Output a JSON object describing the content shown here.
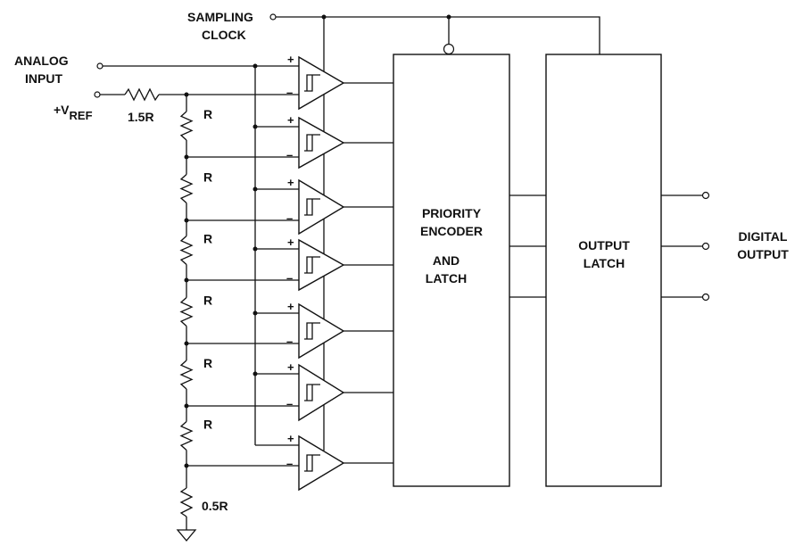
{
  "labels": {
    "sampling_clock_1": "SAMPLING",
    "sampling_clock_2": "CLOCK",
    "analog_input_1": "ANALOG",
    "analog_input_2": "INPUT",
    "vref_main": "+V",
    "vref_sub": "REF",
    "top_resistor": "1.5R",
    "ladder_resistor": "R",
    "bottom_resistor": "0.5R",
    "encoder_1": "PRIORITY",
    "encoder_2": "ENCODER",
    "encoder_3": "AND",
    "encoder_4": "LATCH",
    "latch_1": "OUTPUT",
    "latch_2": "LATCH",
    "digital_output_1": "DIGITAL",
    "digital_output_2": "OUTPUT",
    "plus_sign": "+",
    "minus_sign": "–"
  },
  "comparator_count": 7,
  "ladder_resistor_count": 6,
  "output_bit_count": 3
}
